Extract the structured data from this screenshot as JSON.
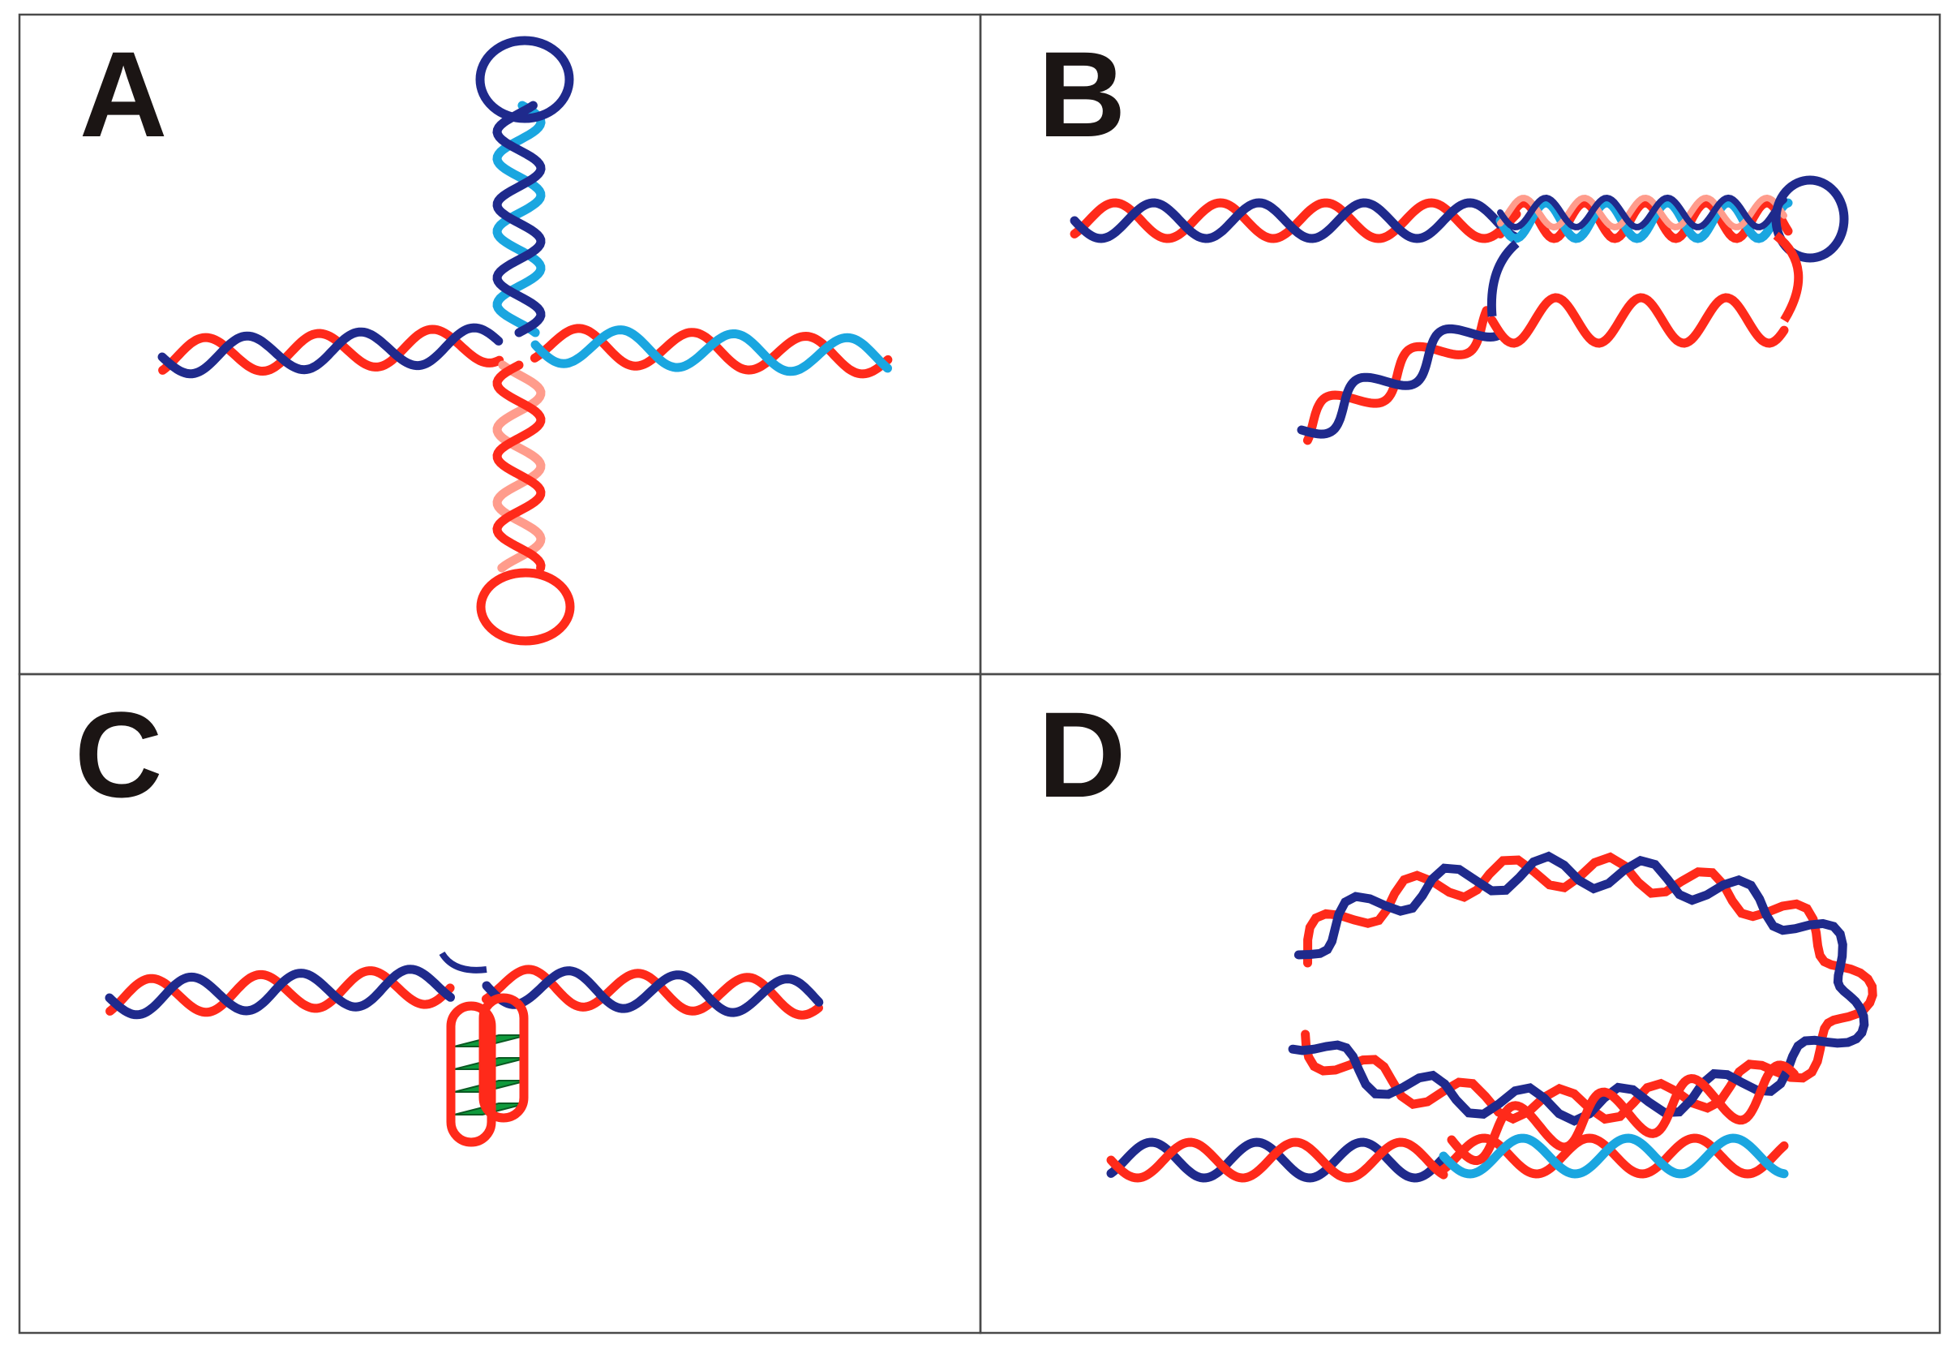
{
  "panels": [
    {
      "id": "A",
      "label": "A",
      "structure": "cruciform"
    },
    {
      "id": "B",
      "label": "B",
      "structure": "triplex"
    },
    {
      "id": "C",
      "label": "C",
      "structure": "g-quadruplex"
    },
    {
      "id": "D",
      "label": "D",
      "structure": "r-loop"
    }
  ],
  "colors": {
    "border": "#4a4a4a",
    "strand_blue_dark": "#1f2a8c",
    "strand_blue_light": "#1aa6e0",
    "strand_red": "#ff2a1a",
    "strand_red_light": "#ff9c8c",
    "tetrad_green": "#0f9a3c",
    "label": "#1b1514",
    "background": "#ffffff"
  }
}
